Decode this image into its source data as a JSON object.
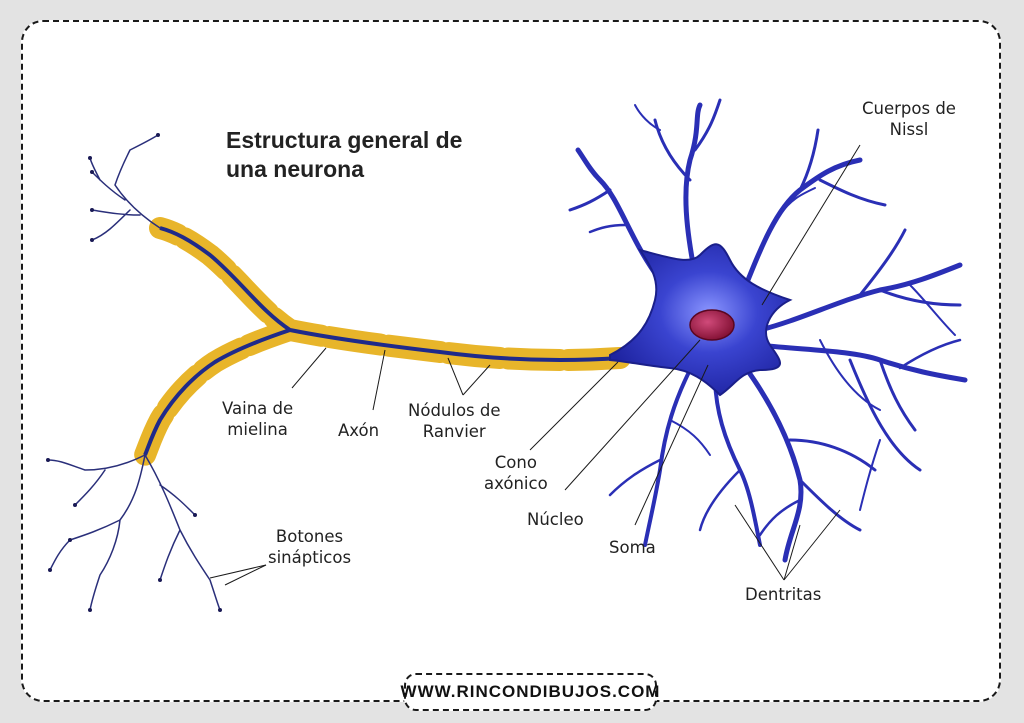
{
  "title_line1": "Estructura general de",
  "title_line2": "una neurona",
  "labels": {
    "cuerpos_nissl_1": "Cuerpos de",
    "cuerpos_nissl_2": "Nissl",
    "vaina_1": "Vaina de",
    "vaina_2": "mielina",
    "axon": "Axón",
    "nodulos_1": "Nódulos de",
    "nodulos_2": "Ranvier",
    "cono_1": "Cono",
    "cono_2": "axónico",
    "nucleo": "Núcleo",
    "soma": "Soma",
    "dentritas": "Dentritas",
    "botones_1": "Botones",
    "botones_2": "sinápticos"
  },
  "footer": "WWW.RINCONDIBUJOS.COM",
  "colors": {
    "background": "#e3e3e3",
    "soma": "#2a2fb5",
    "myelin": "#e8b52a",
    "nucleus": "#9c1038",
    "outline": "#1a1a1a"
  }
}
